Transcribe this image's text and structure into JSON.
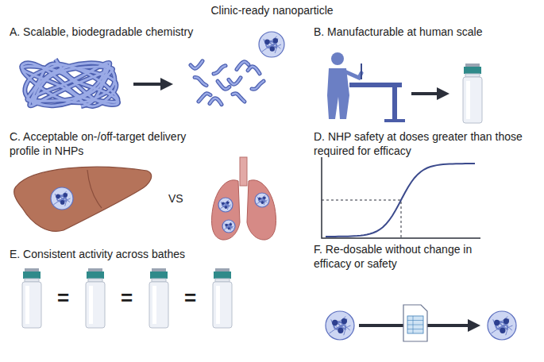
{
  "diagram": {
    "title": "Clinic-ready nanoparticle",
    "labels": [
      "A. Scalable, biodegradable chemistry",
      "B. Manufacturable at human scale",
      "C. Acceptable on-/off-target delivery profile in NHPs",
      "D. NHP safety at doses greater than those required for efficacy",
      "E. Consistent activity across bathes",
      "F. Re-dosable without change in efficacy or safety",
      "VS",
      "=",
      "=",
      "="
    ]
  }
}
